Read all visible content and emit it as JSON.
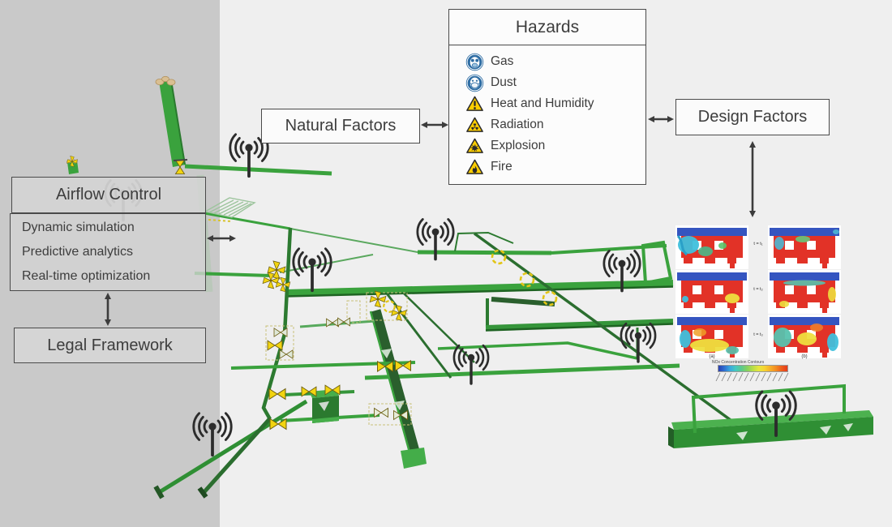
{
  "boxes": {
    "hazards": {
      "title": "Hazards",
      "items": [
        {
          "icon": "gas-mask-icon",
          "label": "Gas"
        },
        {
          "icon": "dust-mask-icon",
          "label": "Dust"
        },
        {
          "icon": "heat-warning-icon",
          "label": "Heat and Humidity"
        },
        {
          "icon": "radiation-icon",
          "label": "Radiation"
        },
        {
          "icon": "explosion-icon",
          "label": "Explosion"
        },
        {
          "icon": "fire-icon",
          "label": "Fire"
        }
      ]
    },
    "natural_factors": {
      "label": "Natural Factors"
    },
    "design_factors": {
      "label": "Design Factors"
    },
    "airflow_control": {
      "title": "Airflow Control",
      "items": [
        "Dynamic simulation",
        "Predictive analytics",
        "Real-time optimization"
      ]
    },
    "legal_framework": {
      "label": "Legal Framework"
    }
  },
  "inset": {
    "row_labels": [
      "t = t₁",
      "t = t₂",
      "t = t₃"
    ],
    "subfigure_labels": [
      "(a)",
      "(b)"
    ],
    "legend_title": "NOx Concentration Contours"
  },
  "scene_icons": [
    {
      "name": "antenna-icon",
      "count": 8
    },
    {
      "name": "valve-icon",
      "count": 14
    },
    {
      "name": "fan-icon",
      "count": 2
    }
  ],
  "colors": {
    "bg_left": "#c9c9c9",
    "bg_main": "#efefef",
    "pipe_bright": "#3aa23d",
    "pipe_dark": "#2b6e2f",
    "valve_yellow": "#f2d410",
    "antenna": "#2c2c2c",
    "arrow": "#3c3c3c",
    "hazard_blue": "#2e6da4",
    "warning_yellow": "#ffce00",
    "cfd_red": "#e23227",
    "cfd_blue": "#3555c0"
  }
}
